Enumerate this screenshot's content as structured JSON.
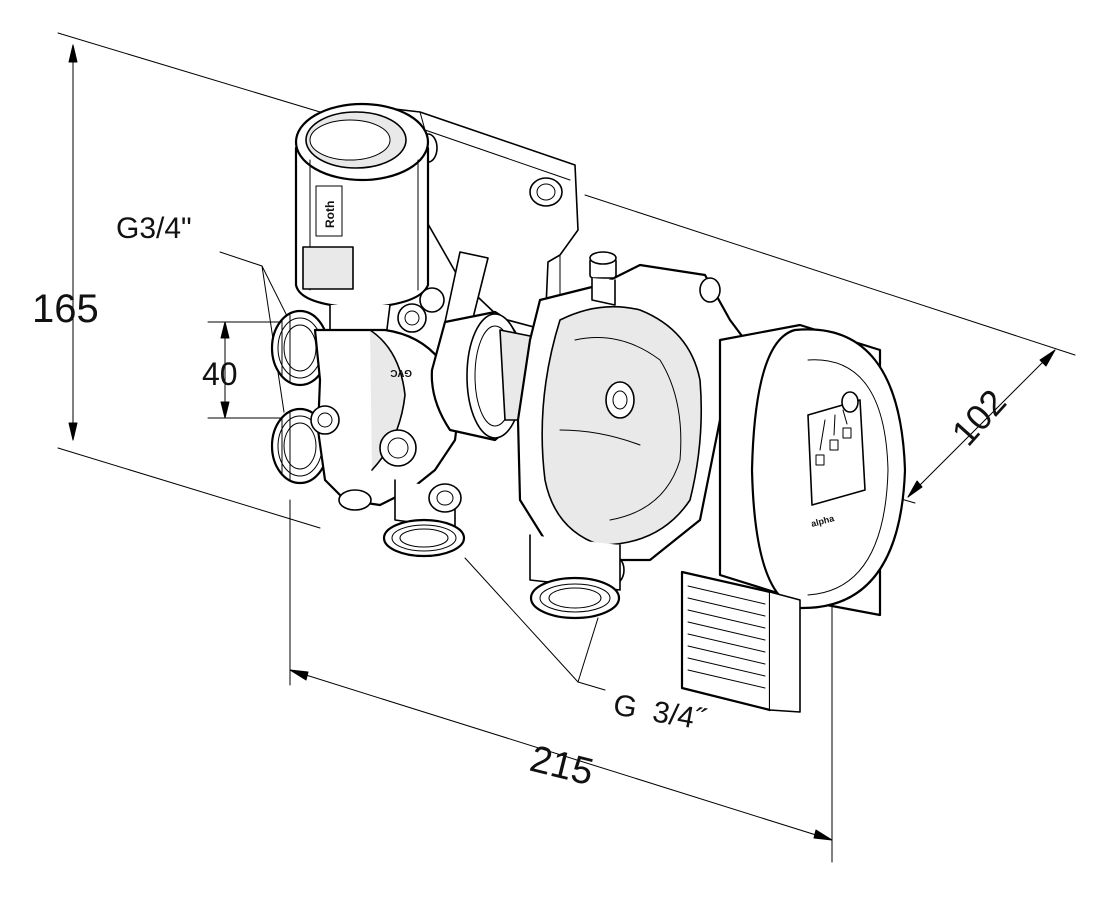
{
  "dimensions": {
    "height": "165",
    "port_spacing": "40",
    "depth": "102",
    "width": "215"
  },
  "labels": {
    "thread_left": "G3/4\"",
    "thread_bottom": "G  3/4˝"
  },
  "markings": {
    "actuator_brand": "Roth",
    "valve_mark": "GVC",
    "pump_brand": "alpha"
  }
}
